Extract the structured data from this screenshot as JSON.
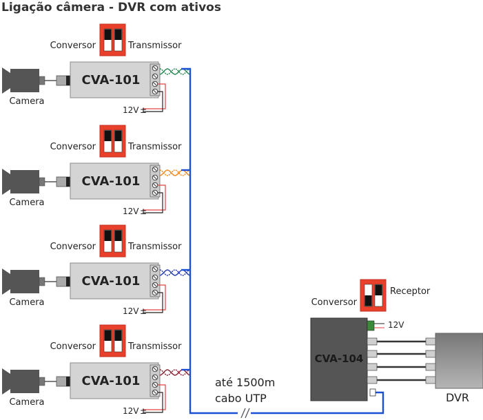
{
  "title": "Ligação câmera - DVR com ativos",
  "colors": {
    "utp_cable": "#1a4fd6",
    "power_wire": "#e04040",
    "switch_red": "#e8402a",
    "cva101_body": "#d4d4d4",
    "cva104_body": "#555555",
    "dvr_body": "#8a8a8a",
    "camera_body": "#555555"
  },
  "channels": [
    {
      "camera_label": "Camera",
      "converter_label": "Conversor",
      "mode_label": "Transmissor",
      "device_label": "CVA-101",
      "power_label": "12V",
      "power_sign": "±",
      "twist_color": "#2e8b57",
      "twist_icon": "green-twisted-pair-icon"
    },
    {
      "camera_label": "Camera",
      "converter_label": "Conversor",
      "mode_label": "Transmissor",
      "device_label": "CVA-101",
      "power_label": "12V",
      "power_sign": "±",
      "twist_color": "#f08a24",
      "twist_icon": "orange-twisted-pair-icon"
    },
    {
      "camera_label": "Camera",
      "converter_label": "Conversor",
      "mode_label": "Transmissor",
      "device_label": "CVA-101",
      "power_label": "12V",
      "power_sign": "±",
      "twist_color": "#2a3fb0",
      "twist_icon": "blue-twisted-pair-icon"
    },
    {
      "camera_label": "Camera",
      "converter_label": "Conversor",
      "mode_label": "Transmissor",
      "device_label": "CVA-101",
      "power_label": "12V",
      "power_sign": "±",
      "twist_color": "#8b2a3a",
      "twist_icon": "brown-twisted-pair-icon"
    }
  ],
  "receiver": {
    "converter_label": "Conversor",
    "mode_label": "Receptor",
    "device_label": "CVA-104",
    "power_label": "12V",
    "dvr_label": "DVR"
  },
  "cable": {
    "line1": "até 1500m",
    "line2": "cabo UTP",
    "break_icon": "cable-break-icon"
  }
}
